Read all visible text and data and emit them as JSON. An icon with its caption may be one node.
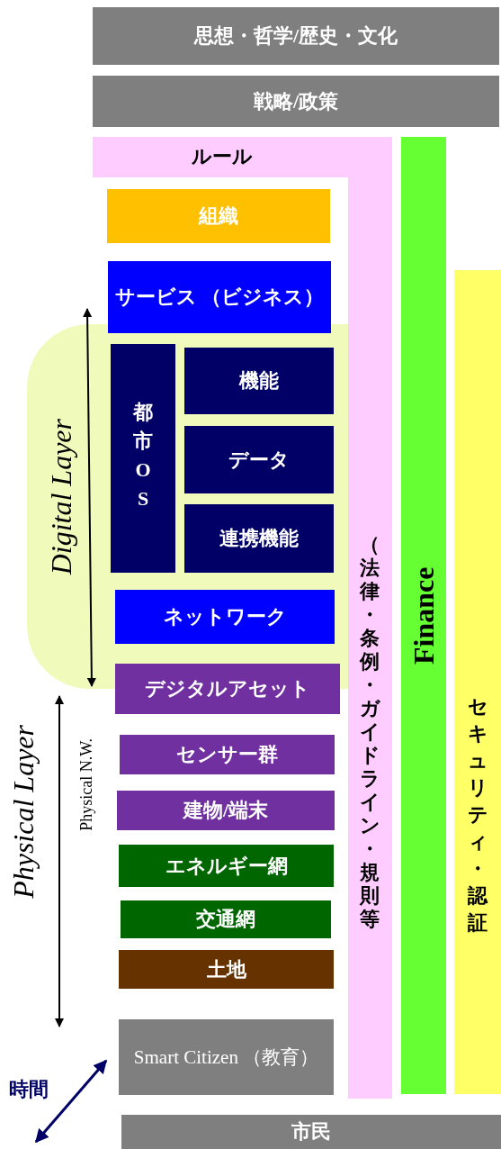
{
  "diagram": {
    "nodes": [
      {
        "text": [
          "思想・哲学/歴史・文化"
        ]
      },
      {
        "text": [
          "戦略/政策"
        ]
      },
      {
        "text": [
          "ルール",
          "（法律・条例・ガイドライン・規則等"
        ]
      },
      {
        "text": [
          "Finance"
        ]
      },
      {
        "text": [
          "組織"
        ]
      },
      {
        "text": [
          "サービス （ビジネス）"
        ]
      },
      {
        "text": [
          "セキュリティ・認証"
        ]
      },
      {
        "text": [
          "Digital Layer"
        ]
      },
      {
        "text": [
          "都市OS"
        ],
        "in": 7
      },
      {
        "text": [
          "機能"
        ],
        "in": 7
      },
      {
        "text": [
          "データ"
        ],
        "in": 7
      },
      {
        "text": [
          "連携機能"
        ],
        "in": 7
      },
      {
        "text": [
          "ネットワーク"
        ],
        "in": 7
      },
      {
        "text": [
          "デジタルアセット"
        ]
      },
      {
        "text": [
          "センサー群"
        ]
      },
      {
        "text": [
          "建物/端末"
        ]
      },
      {
        "text": [
          "エネルギー網"
        ]
      },
      {
        "text": [
          "交通網"
        ]
      },
      {
        "text": [
          "土地"
        ]
      },
      {
        "text": [
          "Smart Citizen （教育）"
        ]
      },
      {
        "text": [
          "市民"
        ]
      }
    ],
    "edges": [],
    "labels": [
      "Physical Layer",
      "Physical N.W.",
      "時間"
    ]
  }
}
